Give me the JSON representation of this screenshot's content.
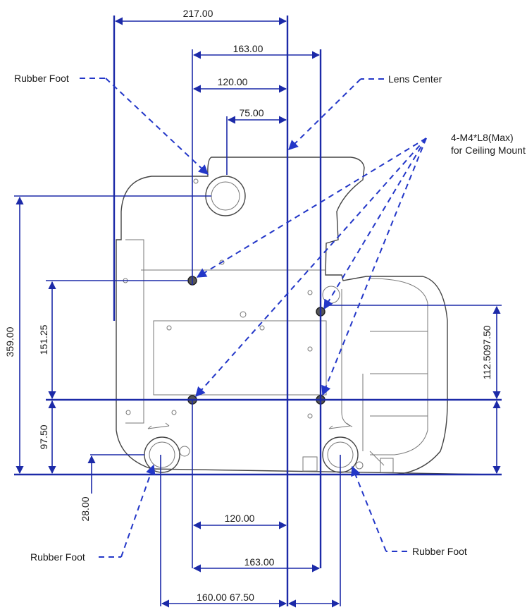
{
  "dimensions": {
    "top_217": "217.00",
    "top_163": "163.00",
    "top_120": "120.00",
    "top_75": "75.00",
    "left_359": "359.00",
    "left_151": "151.25",
    "left_97": "97.50",
    "left_28": "28.00",
    "right_112": "112.5097.50",
    "bottom_120": "120.00",
    "bottom_163": "163.00",
    "bottom_160": "160.00 67.50"
  },
  "labels": {
    "rubber_foot_top": "Rubber Foot",
    "lens_center": "Lens Center",
    "mount_line1": "4-M4*L8(Max)",
    "mount_line2": "for Ceiling Mount",
    "rubber_foot_bottom_left": "Rubber Foot",
    "rubber_foot_bottom_right": "Rubber Foot"
  },
  "colors": {
    "dimension": "#1c2aa8",
    "leader": "#2337c8",
    "outline": "#444444"
  }
}
